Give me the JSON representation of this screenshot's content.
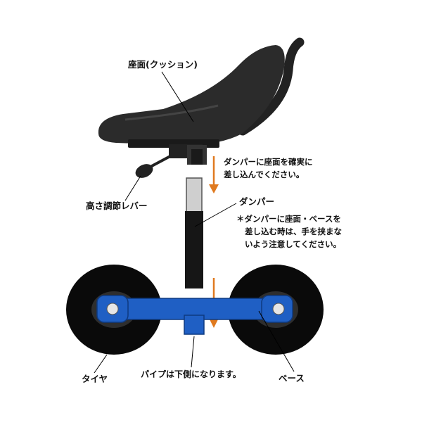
{
  "labels": {
    "seat": "座面(クッション)",
    "lever": "高さ調節レバー",
    "damper": "ダンパー",
    "tire": "タイヤ",
    "base": "ベース",
    "pipe": "パイプは下側になります。"
  },
  "notes": {
    "insert_line1": "ダンパーに座面を確実に",
    "insert_line2": "差し込んでください。",
    "caution_line1": "＊ダンパーに座面・ベースを",
    "caution_line2": "差し込む時は、手を挟まな",
    "caution_line3": "いよう注意してください。"
  },
  "colors": {
    "seat": "#2b2b2b",
    "damper": "#161616",
    "base": "#1f5fc4",
    "arrow": "#e07a1f",
    "tire": "#0a0a0a"
  }
}
